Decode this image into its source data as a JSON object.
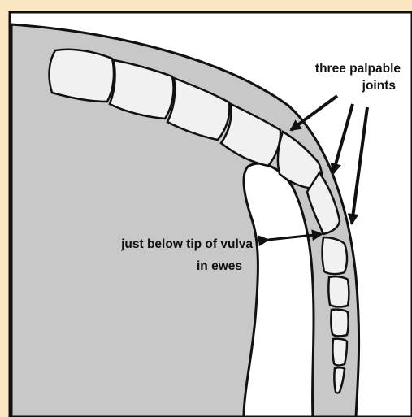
{
  "colors": {
    "background": "#fbe6c3",
    "panel": "#ffffff",
    "flesh": "#c8c8c8",
    "vertebra": "#f1f1f1",
    "ink": "#111111"
  },
  "labels": {
    "joints_line1": "three palpable",
    "joints_line2": "joints",
    "vulva_line1": "just below tip of vulva",
    "vulva_line2": "in ewes"
  }
}
